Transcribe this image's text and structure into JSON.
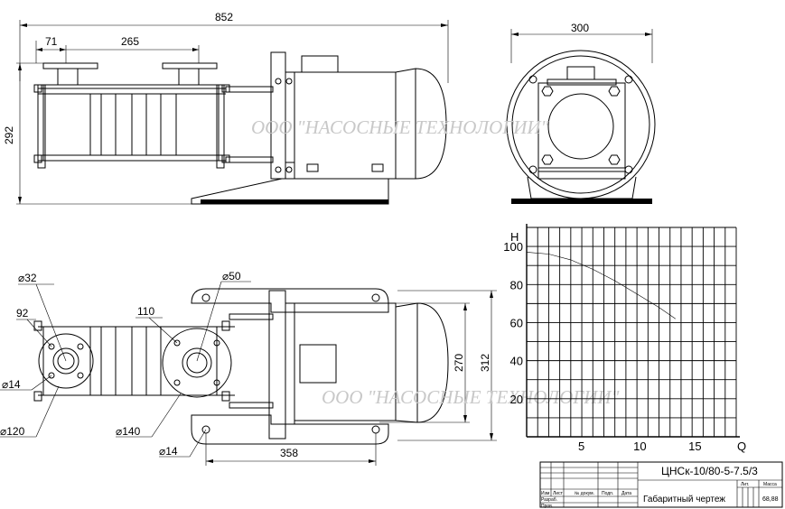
{
  "dimensions": {
    "overall_length": "852",
    "flange_offset": "71",
    "flange_spacing": "265",
    "height": "292",
    "end_width": "300",
    "inlet_dia": "⌀32",
    "outlet_dia": "⌀50",
    "dim_92": "92",
    "dim_110": "110",
    "bolt_dia": "⌀14",
    "inlet_flange_dia": "⌀120",
    "outlet_flange_dia": "⌀140",
    "mount_hole_dia": "⌀14",
    "base_length": "358",
    "base_inner_width": "270",
    "base_outer_width": "312"
  },
  "watermark": "ООО \"НАСОСНЫЕ ТЕХНОЛОГИИ\"",
  "chart_data": {
    "type": "line",
    "xlabel": "Q",
    "ylabel": "H",
    "x_ticks": [
      "5",
      "10",
      "15"
    ],
    "y_ticks": [
      "20",
      "40",
      "60",
      "80",
      "100"
    ],
    "xlim": [
      0,
      19
    ],
    "ylim": [
      0,
      110
    ],
    "grid": true,
    "series": [
      {
        "x": [
          0,
          2,
          4,
          6,
          8,
          10,
          12,
          13.5
        ],
        "y": [
          97,
          96,
          93,
          88,
          82,
          75,
          68,
          62
        ]
      }
    ]
  },
  "title_block": {
    "designation": "ЦНСк-10/80-5-7.5/3",
    "doc_title": "Габаритный чертеж",
    "col_izm": "Изм",
    "col_list": "Лист",
    "col_doc": "№ докум.",
    "col_sign": "Подп.",
    "col_date": "Дата",
    "row_razrab": "Разраб.",
    "row_prov": "Пров.",
    "lit": "Лит.",
    "mass_label": "Масса",
    "mass_value": "68,88"
  }
}
